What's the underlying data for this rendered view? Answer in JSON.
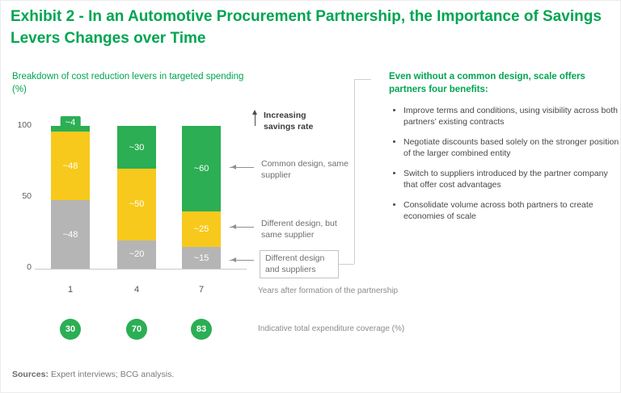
{
  "title": "Exhibit 2 - In an Automotive Procurement Partnership, the Importance of Savings Levers Changes over Time",
  "colors": {
    "heading_green": "#00a551",
    "bar_green": "#2bae54",
    "bar_yellow": "#f7c91c",
    "bar_gray": "#b5b5b5"
  },
  "chart": {
    "subtitle": "Breakdown of cost reduction levers in targeted spending (%)",
    "y_ticks": [
      "100",
      "50",
      "0"
    ],
    "x_caption": "Years after formation of the partnership",
    "coverage_caption": "Indicative total expenditure coverage (%)"
  },
  "annotations": {
    "increasing": "Increasing savings rate",
    "common": "Common design, same supplier",
    "different_same": "Different design, but same supplier",
    "different_diff": "Different design and suppliers"
  },
  "chart_data": {
    "type": "bar",
    "stacked": true,
    "title": "Breakdown of cost reduction levers in targeted spending (%)",
    "categories": [
      "1",
      "4",
      "7"
    ],
    "series": [
      {
        "name": "Different design and suppliers",
        "color": "#b5b5b5",
        "values": [
          48,
          20,
          15
        ],
        "labels": [
          "~48",
          "~20",
          "~15"
        ]
      },
      {
        "name": "Different design, but same supplier",
        "color": "#f7c91c",
        "values": [
          48,
          50,
          25
        ],
        "labels": [
          "~48",
          "~50",
          "~25"
        ]
      },
      {
        "name": "Common design, same supplier",
        "color": "#2bae54",
        "values": [
          4,
          30,
          60
        ],
        "labels": [
          "~4",
          "~30",
          "~60"
        ]
      }
    ],
    "xlabel": "Years after formation of the partnership",
    "ylim": [
      0,
      100
    ],
    "y_ticks": [
      0,
      50,
      100
    ],
    "legend_position": "right-annotations",
    "grid": false,
    "coverage": {
      "label": "Indicative total expenditure coverage (%)",
      "values": [
        30,
        70,
        83
      ]
    }
  },
  "right_panel": {
    "heading": "Even without a common design, scale offers partners four benefits:",
    "bullets": [
      "Improve terms and conditions, using visibility across both partners’ existing contracts",
      "Negotiate discounts based solely on the stronger position of the larger combined entity",
      "Switch to suppliers introduced by the partner company that offer cost advantages",
      "Consolidate volume across both partners to create economies of scale"
    ]
  },
  "footer": {
    "label": "Sources:",
    "text": "Expert interviews; BCG analysis."
  }
}
